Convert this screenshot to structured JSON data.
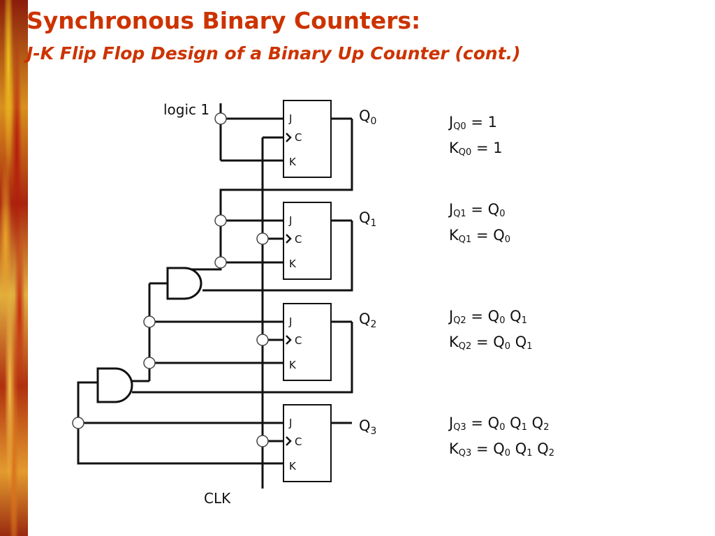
{
  "slide": {
    "title": "Synchronous Binary Counters:",
    "subtitle": "J-K Flip Flop Design of a Binary Up Counter (cont.)"
  },
  "diagram": {
    "input_label": "logic 1",
    "clock_label": "CLK",
    "pins": {
      "j": "J",
      "c": "C",
      "k": "K"
    },
    "outputs": [
      {
        "base": "Q",
        "sub": "0"
      },
      {
        "base": "Q",
        "sub": "1"
      },
      {
        "base": "Q",
        "sub": "2"
      },
      {
        "base": "Q",
        "sub": "3"
      }
    ]
  },
  "equations": [
    {
      "j": {
        "var": "J",
        "sub": "Q0",
        "eq": " = ",
        "terms": [
          {
            "t": "1",
            "s": ""
          }
        ]
      },
      "k": {
        "var": "K",
        "sub": "Q0",
        "eq": " = ",
        "terms": [
          {
            "t": "1",
            "s": ""
          }
        ]
      }
    },
    {
      "j": {
        "var": "J",
        "sub": "Q1",
        "eq": " = ",
        "terms": [
          {
            "t": "Q",
            "s": "0"
          }
        ]
      },
      "k": {
        "var": "K",
        "sub": "Q1",
        "eq": " = ",
        "terms": [
          {
            "t": "Q",
            "s": "0"
          }
        ]
      }
    },
    {
      "j": {
        "var": "J",
        "sub": "Q2",
        "eq": " = ",
        "terms": [
          {
            "t": "Q",
            "s": "0"
          },
          {
            "t": " Q",
            "s": "1"
          }
        ]
      },
      "k": {
        "var": "K",
        "sub": "Q2",
        "eq": " = ",
        "terms": [
          {
            "t": "Q",
            "s": "0"
          },
          {
            "t": " Q",
            "s": "1"
          }
        ]
      }
    },
    {
      "j": {
        "var": "J",
        "sub": "Q3",
        "eq": " = ",
        "terms": [
          {
            "t": "Q",
            "s": "0"
          },
          {
            "t": " Q",
            "s": "1"
          },
          {
            "t": " Q",
            "s": "2"
          }
        ]
      },
      "k": {
        "var": "K",
        "sub": "Q3",
        "eq": " = ",
        "terms": [
          {
            "t": "Q",
            "s": "0"
          },
          {
            "t": " Q",
            "s": "1"
          },
          {
            "t": " Q",
            "s": "2"
          }
        ]
      }
    }
  ],
  "colors": {
    "title": "#cc3300",
    "wire": "#111111",
    "background": "#ffffff"
  }
}
